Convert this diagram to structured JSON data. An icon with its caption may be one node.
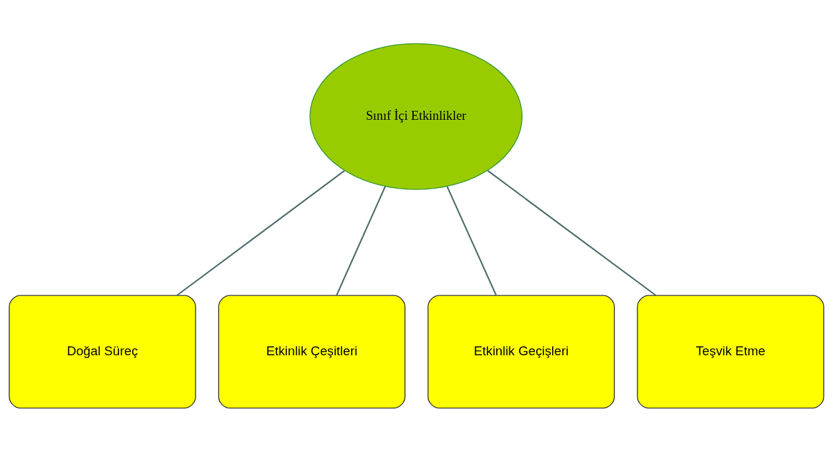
{
  "diagram": {
    "nodes": [
      {
        "text": [
          "Sınıf İçi Etkinlikler"
        ]
      },
      {
        "text": [
          "Doğal Süreç"
        ]
      },
      {
        "text": [
          "Etkinlik Çeşitleri"
        ]
      },
      {
        "text": [
          "Etkinlik Geçişleri"
        ]
      },
      {
        "text": [
          "Teşvik Etme"
        ]
      }
    ],
    "edges": [
      {
        "from": 0,
        "to": 1,
        "arrow": "none"
      },
      {
        "from": 0,
        "to": 2,
        "arrow": "none"
      },
      {
        "from": 0,
        "to": 3,
        "arrow": "none"
      },
      {
        "from": 0,
        "to": 4,
        "arrow": "none"
      }
    ]
  }
}
